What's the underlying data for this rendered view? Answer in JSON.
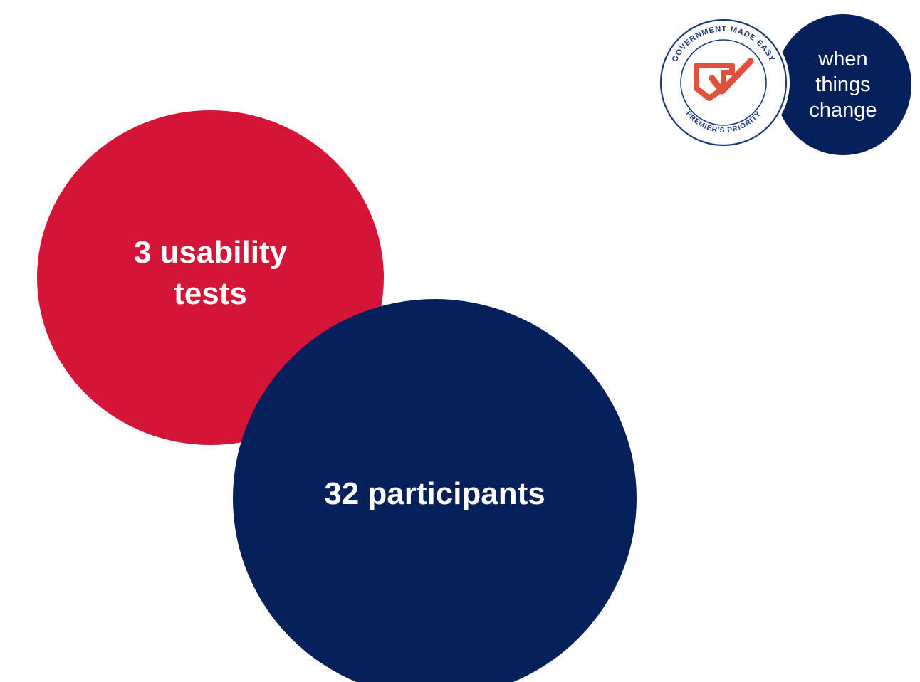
{
  "colors": {
    "red": "#d41538",
    "navy": "#06205b",
    "seal_ring": "#1c3a78",
    "check_red": "#e0503f"
  },
  "badge": {
    "seal_top_text": "GOVERNMENT MADE EASY",
    "seal_bottom_text": "PREMIER'S PRIORITY",
    "tagline_lines": [
      "when",
      "things",
      "change"
    ]
  },
  "stats": [
    {
      "label": "3 usability tests"
    },
    {
      "label": "32 participants"
    }
  ]
}
